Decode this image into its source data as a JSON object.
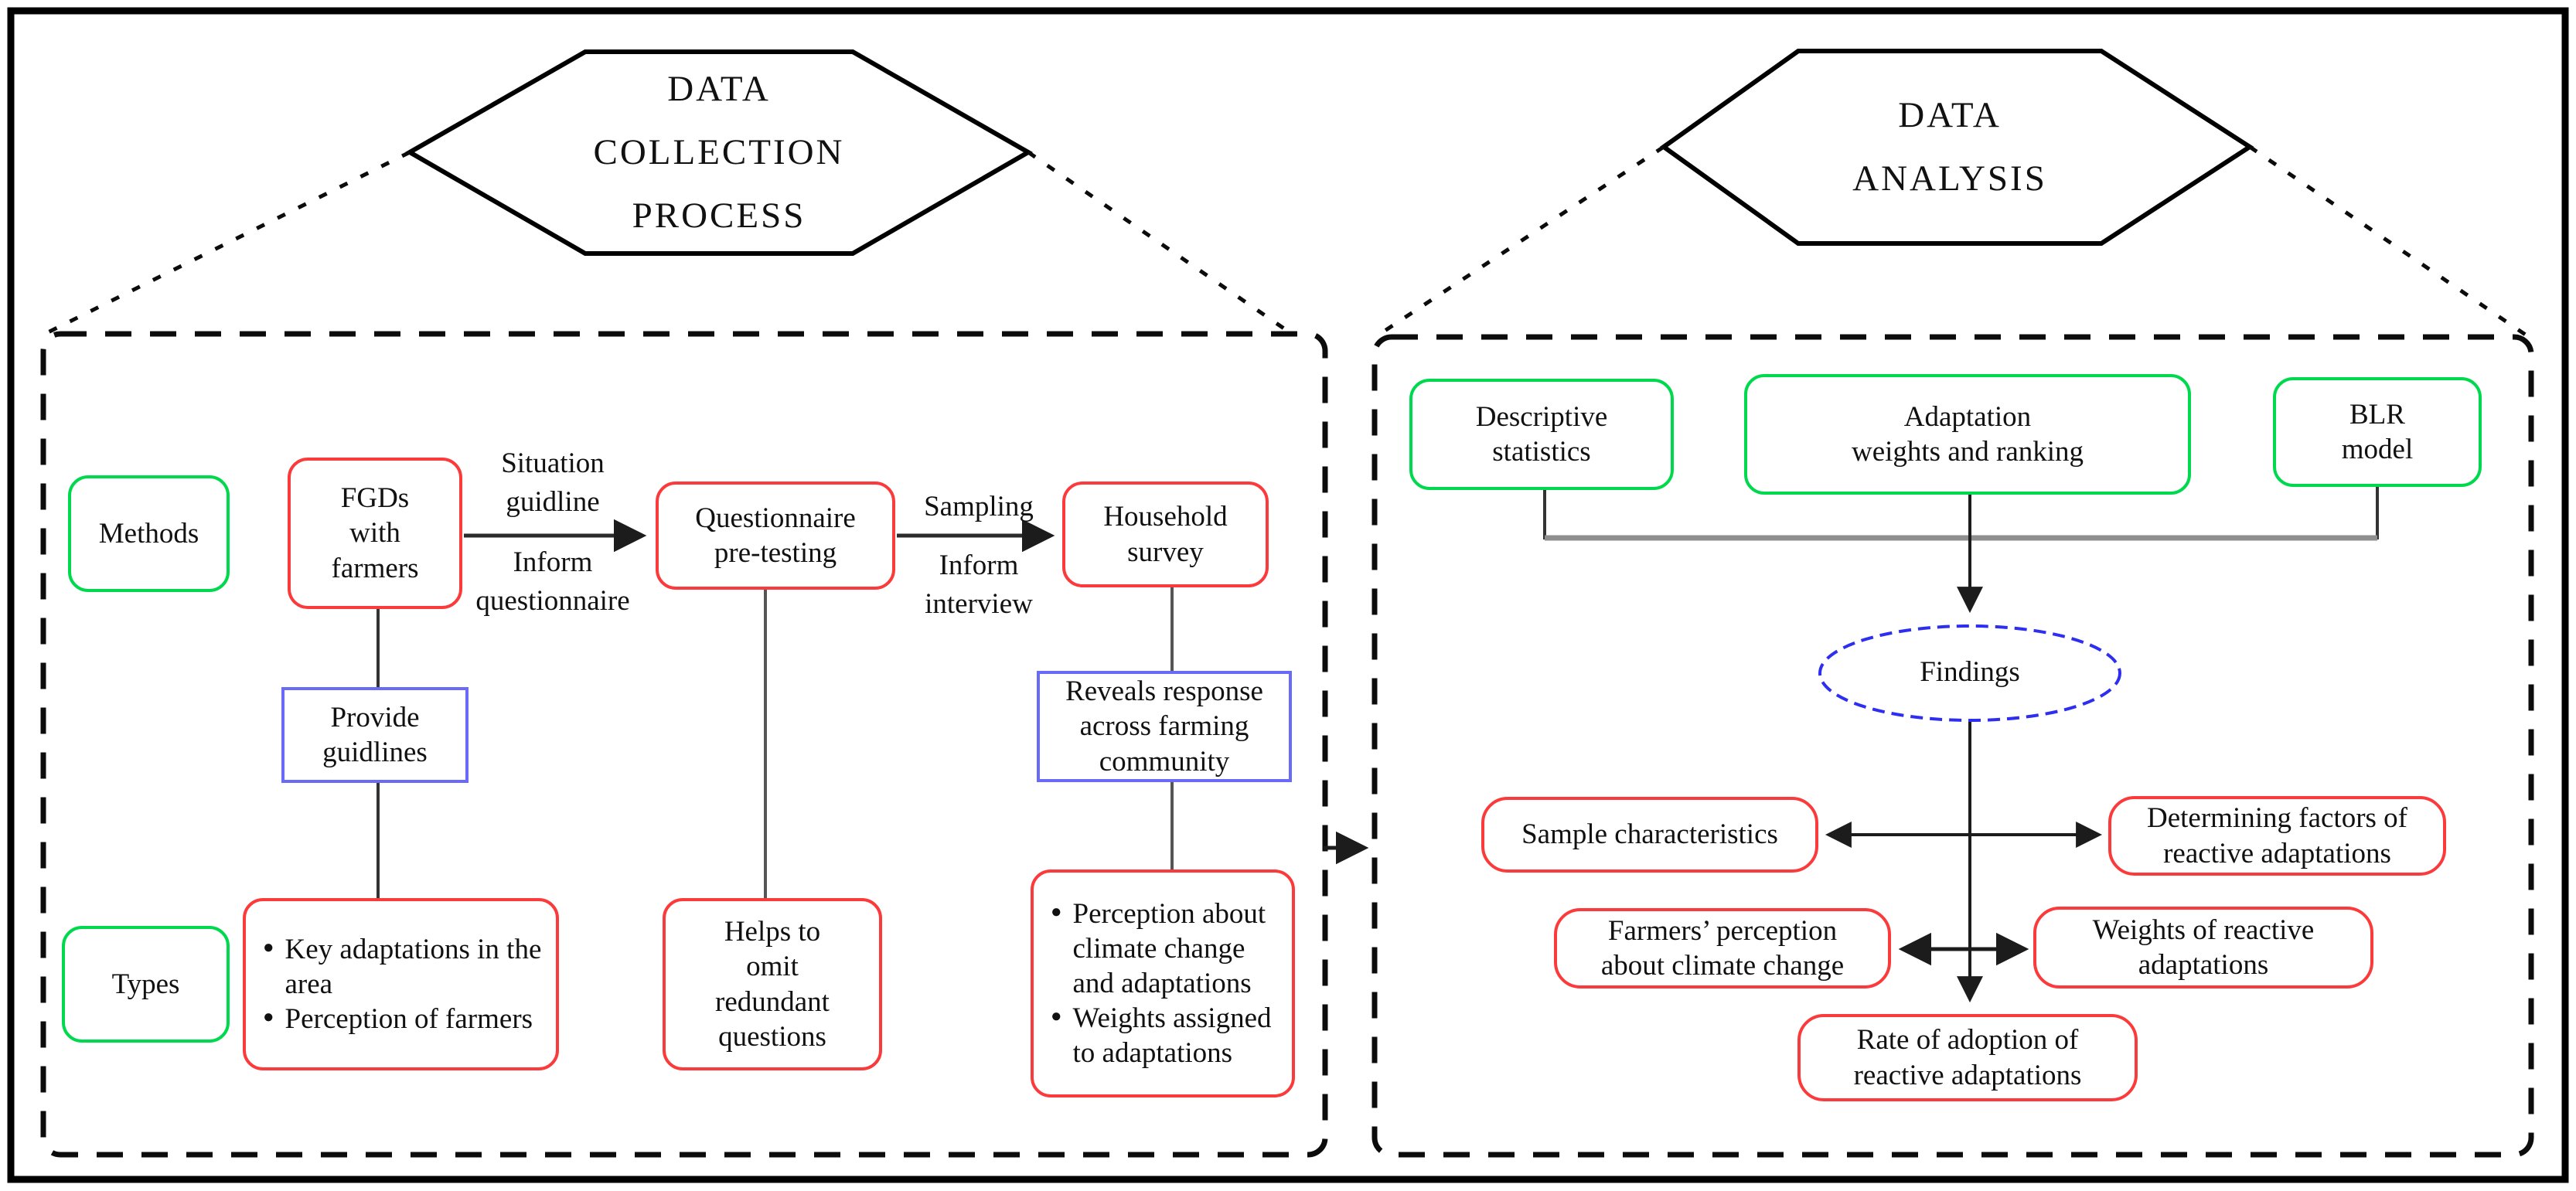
{
  "left_panel": {
    "hexagon_title": "DATA\nCOLLECTION\nPROCESS",
    "methods_label": "Methods",
    "types_label": "Types",
    "boxes": {
      "fgds": "FGDs\nwith\nfarmers",
      "questionnaire": "Questionnaire\npre-testing",
      "household": "Household\nsurvey",
      "provide": "Provide\nguidlines",
      "reveals": "Reveals response\nacross farming\ncommunity",
      "helps": "Helps to\nomit\nredundant\nquestions"
    },
    "bullet_lists": {
      "fgd_outputs": {
        "item1": "Key adaptations in the area",
        "item2": "Perception of farmers"
      },
      "survey_outputs": {
        "item1": "Perception about climate change and adaptations",
        "item2": "Weights assigned to adaptations"
      }
    },
    "edge_labels": {
      "situation_guidline": "Situation\nguidline",
      "inform_questionnaire": "Inform\nquestionnaire",
      "sampling": "Sampling",
      "inform_interview": "Inform\ninterview"
    }
  },
  "right_panel": {
    "hexagon_title": "DATA\nANALYSIS",
    "boxes": {
      "descriptive": "Descriptive\nstatistics",
      "adaptation": "Adaptation\nweights and ranking",
      "blr": "BLR\nmodel",
      "findings": "Findings",
      "sample": "Sample characteristics",
      "determining": "Determining factors of\nreactive adaptations",
      "farmers": "Farmers’ perception\nabout climate change",
      "weights": "Weights of reactive\nadaptations",
      "rate": "Rate of adoption of\nreactive adaptations"
    }
  },
  "colors": {
    "method_box_green": "#00d94e",
    "process_box_red": "#fb3b3b",
    "note_box_blue": "#6a6af8",
    "findings_ellipse_blue": "#2e2ef0",
    "line_dark": "#333333",
    "connector_gray": "#8f8f8f",
    "border_black": "#000000"
  }
}
